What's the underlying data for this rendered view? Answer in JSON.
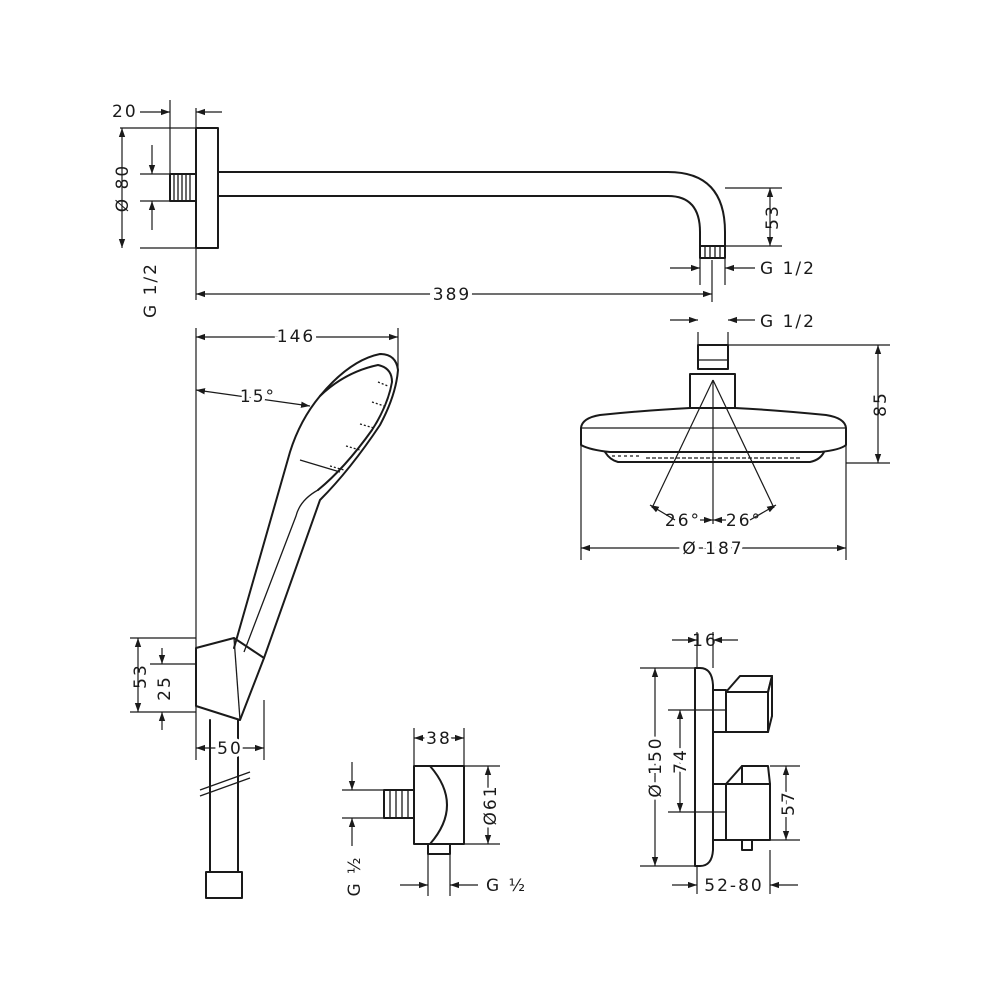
{
  "wall_arm": {
    "flange_depth": "20",
    "flange_diameter": "Ø 80",
    "inlet_thread": "G 1/2",
    "outlet_thread": "G 1/2",
    "projection": "389",
    "drop": "53"
  },
  "overhead_shower": {
    "inlet_thread": "G 1/2",
    "height": "85",
    "spray_angle_left": "26°",
    "spray_angle_right": "26°",
    "diameter": "Ø 187"
  },
  "hand_shower": {
    "length": "146",
    "tilt_angle": "15°",
    "holder_height": "53",
    "holder_offset": "25",
    "holder_width": "50"
  },
  "wall_outlet": {
    "width": "38",
    "diameter": "Ø61",
    "inlet_thread": "G ½",
    "outlet_thread": "G ½"
  },
  "thermostat": {
    "plate_depth": "16",
    "plate_diameter": "Ø 150",
    "handle_spacing": "74",
    "handle_height": "57",
    "projection_range": "52-80"
  }
}
